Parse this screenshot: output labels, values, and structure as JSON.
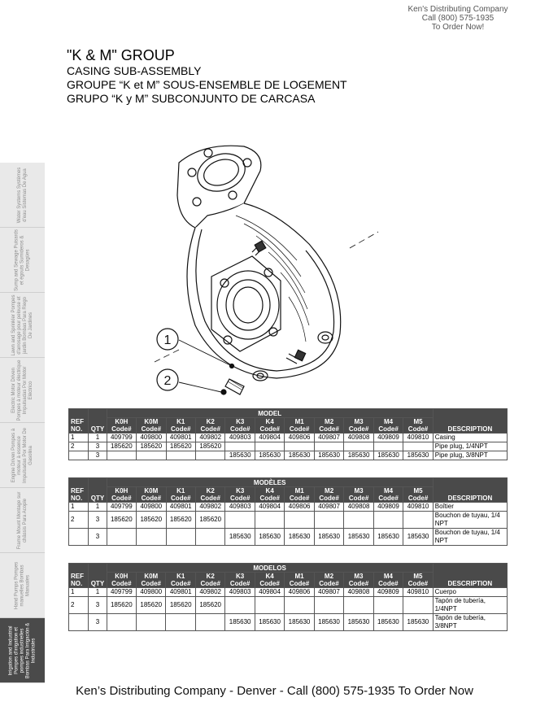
{
  "header": {
    "company_line1": "Ken's Distributing Company",
    "company_line2": "Call (800) 575-1935",
    "company_line3": "To Order Now!"
  },
  "titles": {
    "title": "\"K & M\" GROUP",
    "en": "CASING SUB-ASSEMBLY",
    "fr": "GROUPE “K et M” SOUS-ENSEMBLE DE LOGEMENT",
    "es": "GRUPO “K y M” SUBCONJUNTO DE CARCASA"
  },
  "sidebar": {
    "tabs": [
      {
        "label": "Water Systems Systèmes d'eau Sistemas De Agua"
      },
      {
        "label": "Sump and Sewage Puisards et égouts Sumideros & Desagües"
      },
      {
        "label": "Lawn and Sprinkler Pompes d'arrosage pour pelouse et jardin Bombas Para Riego De Jardines"
      },
      {
        "label": "Electric Motor Driven Pompes à moteur électrique Impulsadas Por Motor Eléctrico"
      },
      {
        "label": "Engine Driven Pompes à moteur à essence Impulsadas Por Motor De Gasolina"
      },
      {
        "label": "Frame Mount Montage sur châssis Para Acople"
      },
      {
        "label": "Hand Pumps Pompes manuelles Bombas Manuales"
      },
      {
        "label": "Irrigation and Industrial Pompes d'irrigation et pompes industrielles Bombas Para Irrigación & Industriales"
      }
    ]
  },
  "drawing": {
    "callout1": "1",
    "callout2": "2"
  },
  "tables": [
    {
      "group_header": "MODEL",
      "ref_line1": "REF",
      "ref_line2": "NO.",
      "qty": "QTY",
      "models": [
        "K0H",
        "K0M",
        "K1",
        "K2",
        "K3",
        "K4",
        "M1",
        "M2",
        "M3",
        "M4",
        "M5"
      ],
      "code_label": "Code#",
      "desc_header": "DESCRIPTION",
      "rows": [
        {
          "ref": "1",
          "qty": "1",
          "codes": [
            "409799",
            "409800",
            "409801",
            "409802",
            "409803",
            "409804",
            "409806",
            "409807",
            "409808",
            "409809",
            "409810"
          ],
          "desc": "Casing"
        },
        {
          "ref": "2",
          "qty": "3",
          "codes": [
            "185620",
            "185620",
            "185620",
            "185620",
            "",
            "",
            "",
            "",
            "",
            "",
            ""
          ],
          "desc": "Pipe plug, 1/4NPT"
        },
        {
          "ref": "",
          "qty": "3",
          "codes": [
            "",
            "",
            "",
            "",
            "185630",
            "185630",
            "185630",
            "185630",
            "185630",
            "185630",
            "185630"
          ],
          "desc": "Pipe plug, 3/8NPT"
        }
      ]
    },
    {
      "group_header": "MODÈLES",
      "ref_line1": "REF",
      "ref_line2": "NO.",
      "qty": "QTY",
      "models": [
        "K0H",
        "K0M",
        "K1",
        "K2",
        "K3",
        "K4",
        "M1",
        "M2",
        "M3",
        "M4",
        "M5"
      ],
      "code_label": "Code#",
      "desc_header": "DESCRIPTION",
      "rows": [
        {
          "ref": "1",
          "qty": "1",
          "codes": [
            "409799",
            "409800",
            "409801",
            "409802",
            "409803",
            "409804",
            "409806",
            "409807",
            "409808",
            "409809",
            "409810"
          ],
          "desc": "Boîtier"
        },
        {
          "ref": "2",
          "qty": "3",
          "codes": [
            "185620",
            "185620",
            "185620",
            "185620",
            "",
            "",
            "",
            "",
            "",
            "",
            ""
          ],
          "desc": "Bouchon de tuyau, 1/4 NPT"
        },
        {
          "ref": "",
          "qty": "3",
          "codes": [
            "",
            "",
            "",
            "",
            "185630",
            "185630",
            "185630",
            "185630",
            "185630",
            "185630",
            "185630"
          ],
          "desc": "Bouchon de tuyau, 1/4 NPT"
        }
      ]
    },
    {
      "group_header": "MODELOS",
      "ref_line1": "REF",
      "ref_line2": "NO.",
      "qty": "QTY",
      "models": [
        "K0H",
        "K0M",
        "K1",
        "K2",
        "K3",
        "K4",
        "M1",
        "M2",
        "M3",
        "M4",
        "M5"
      ],
      "code_label": "Code#",
      "desc_header": "DESCRIPTION",
      "rows": [
        {
          "ref": "1",
          "qty": "1",
          "codes": [
            "409799",
            "409800",
            "409801",
            "409802",
            "409803",
            "409804",
            "409806",
            "409807",
            "409808",
            "409809",
            "409810"
          ],
          "desc": "Cuerpo"
        },
        {
          "ref": "2",
          "qty": "3",
          "codes": [
            "185620",
            "185620",
            "185620",
            "185620",
            "",
            "",
            "",
            "",
            "",
            "",
            ""
          ],
          "desc": "Tapón de tubería, 1/4NPT"
        },
        {
          "ref": "",
          "qty": "3",
          "codes": [
            "",
            "",
            "",
            "",
            "185630",
            "185630",
            "185630",
            "185630",
            "185630",
            "185630",
            "185630"
          ],
          "desc": "Tapón de tubería, 3/8NPT"
        }
      ]
    }
  ],
  "footer": {
    "text": "Ken’s Distributing Company - Denver - Call (800) 575-1935 To Order Now"
  }
}
